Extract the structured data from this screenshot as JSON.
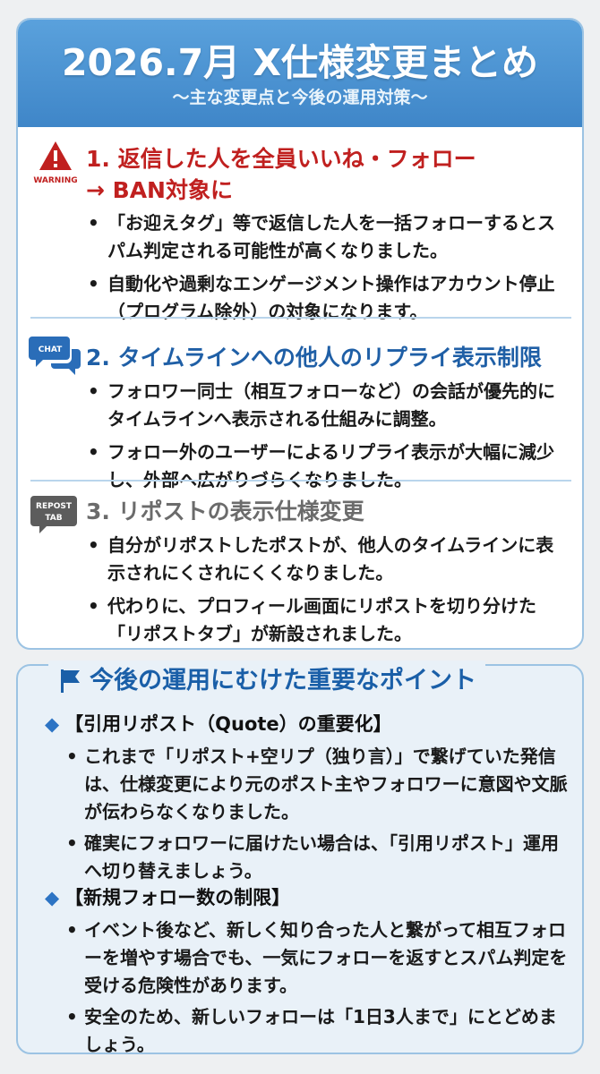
{
  "header": {
    "title": "2026.7月 X仕様変更まとめ",
    "subtitle": "〜主な変更点と今後の運用対策〜"
  },
  "sections": [
    {
      "icon": "warning-icon",
      "icon_label": "WARNING",
      "title_line1": "1. 返信した人を全員いいね・フォロー",
      "title_line2": "→ BAN対象に",
      "title_color": "#c0201f",
      "bullets": [
        "「お迎えタグ」等で返信した人を一括フォローするとスパム判定される可能性が高くなりました。",
        "自動化や過剰なエンゲージメント操作はアカウント停止（プログラム除外）の対象になります。"
      ]
    },
    {
      "icon": "chat-icon",
      "icon_label": "CHAT",
      "title_line1": "2. タイムラインへの他人のリプライ表示制限",
      "title_color": "#1f5fa6",
      "bullets": [
        "フォロワー同士（相互フォローなど）の会話が優先的にタイムラインへ表示される仕組みに調整。",
        "フォロー外のユーザーによるリプライ表示が大幅に減少し、外部へ広がりづらくなりました。"
      ]
    },
    {
      "icon": "repost-tab-icon",
      "icon_label_line1": "REPOST",
      "icon_label_line2": "TAB",
      "title_line1": "3. リポストの表示仕様変更",
      "title_color": "#6b6b6b",
      "bullets": [
        "自分がリポストしたポストが、他人のタイムラインに表示されにくされにくくなりました。",
        "代わりに、プロフィール画面にリポストを切り分けた「リポストタブ」が新設されました。"
      ]
    }
  ],
  "points": {
    "title": "今後の運用にむけた重要なポイント",
    "items": [
      {
        "head": "【引用リポスト（Quote）の重要化】",
        "bullets": [
          "これまで「リポスト+空リプ（独り言）」で繋げていた発信は、仕様変更により元のポスト主やフォロワーに意図や文脈が伝わらなくなりました。",
          "確実にフォロワーに届けたい場合は、「引用リポスト」運用へ切り替えましょう。"
        ]
      },
      {
        "head": "【新規フォロー数の制限】",
        "bullets": [
          "イベント後など、新しく知り合った人と繋がって相互フォローを増やす場合でも、一気にフォローを返すとスパム判定を受ける危険性があります。",
          "安全のため、新しいフォローは「1日3人まで」にとどめましょう。"
        ]
      }
    ]
  },
  "colors": {
    "header_bg": "#4a92d2",
    "warning_red": "#c0201f",
    "chat_blue": "#2a6db8",
    "repost_gray": "#666666",
    "accent_blue": "#1a5fa8"
  }
}
